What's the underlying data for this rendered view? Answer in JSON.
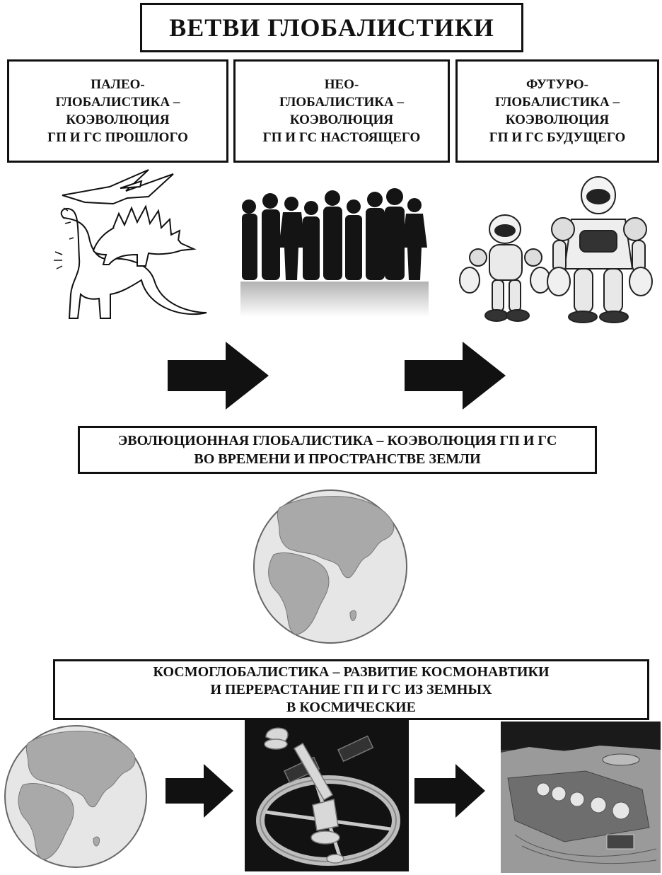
{
  "title": "ВЕТВИ ГЛОБАЛИСТИКИ",
  "branches": [
    {
      "line1": "ПАЛЕО-",
      "line2": "ГЛОБАЛИСТИКА –",
      "line3": "КОЭВОЛЮЦИЯ",
      "line4": "ГП И ГС ПРОШЛОГО",
      "illustration": "dinosaurs-illustration"
    },
    {
      "line1": "НЕО-",
      "line2": "ГЛОБАЛИСТИКА –",
      "line3": "КОЭВОЛЮЦИЯ",
      "line4": "ГП И ГС НАСТОЯЩЕГО",
      "illustration": "people-silhouettes-illustration"
    },
    {
      "line1": "ФУТУРО-",
      "line2": "ГЛОБАЛИСТИКА –",
      "line3": "КОЭВОЛЮЦИЯ",
      "line4": "ГП И ГС БУДУЩЕГО",
      "illustration": "robots-illustration"
    }
  ],
  "evolution": {
    "line1": "ЭВОЛЮЦИОННАЯ ГЛОБАЛИСТИКА – КОЭВОЛЮЦИЯ ГП И ГС",
    "line2": "ВО ВРЕМЕНИ И ПРОСТРАНСТВЕ ЗЕМЛИ"
  },
  "cosmo": {
    "line1": "КОСМОГЛОБАЛИСТИКА – РАЗВИТИЕ КОСМОНАВТИКИ",
    "line2": "И ПЕРЕРАСТАНИЕ ГП И ГС ИЗ ЗЕМНЫХ",
    "line3": "В КОСМИЧЕСКИЕ"
  },
  "icons": [
    "arrow-right-icon",
    "globe-icon",
    "space-station-icon",
    "lunar-base-icon"
  ],
  "colors": {
    "ink": "#111111",
    "globe_ocean": "#e6e6e6",
    "land": "#a9a9a9",
    "dark_bg": "#121212"
  }
}
